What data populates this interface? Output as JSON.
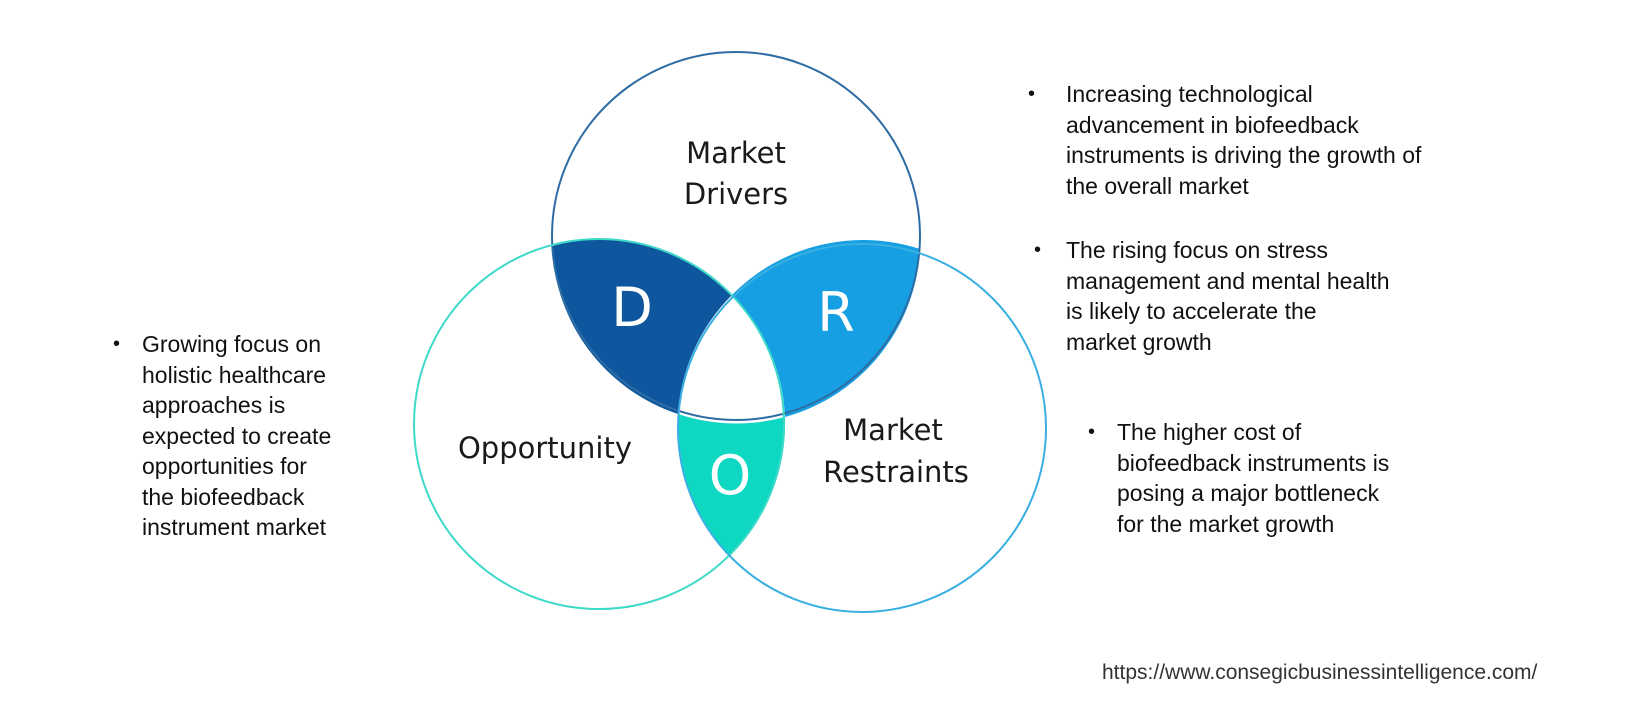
{
  "diagram": {
    "circles": {
      "drivers": {
        "label_line1": "Market",
        "label_line2": "Drivers",
        "stroke": "#2e6da4"
      },
      "opportunity": {
        "label": "Opportunity",
        "stroke": "#3dd9c9"
      },
      "restraints": {
        "label_line1": "Market",
        "label_line2": "Restraints",
        "stroke": "#3ab0e2"
      }
    },
    "overlaps": {
      "d": {
        "letter": "D",
        "color": "#0e579e"
      },
      "r": {
        "letter": "R",
        "color": "#169fe3"
      },
      "o": {
        "letter": "O",
        "color": "#0fd8c2"
      }
    }
  },
  "notes": {
    "opportunity": {
      "bullet": "•",
      "lines": [
        "Growing focus on",
        "holistic healthcare",
        "approaches is",
        "expected to create",
        "opportunities for",
        "the biofeedback",
        "instrument market"
      ]
    },
    "drivers": [
      {
        "bullet": "•",
        "lines": [
          "Increasing technological",
          "advancement in biofeedback",
          "instruments is driving the growth of",
          "the overall market"
        ]
      },
      {
        "bullet": "•",
        "lines": [
          "The rising focus on stress",
          "management and mental health",
          "is likely to accelerate the",
          "market growth"
        ]
      }
    ],
    "restraints": {
      "bullet": "•",
      "lines": [
        "The higher cost of",
        "biofeedback instruments is",
        "posing a major bottleneck",
        "for the market growth"
      ]
    }
  },
  "source_url": "https://www.consegicbusinessintelligence.com/"
}
